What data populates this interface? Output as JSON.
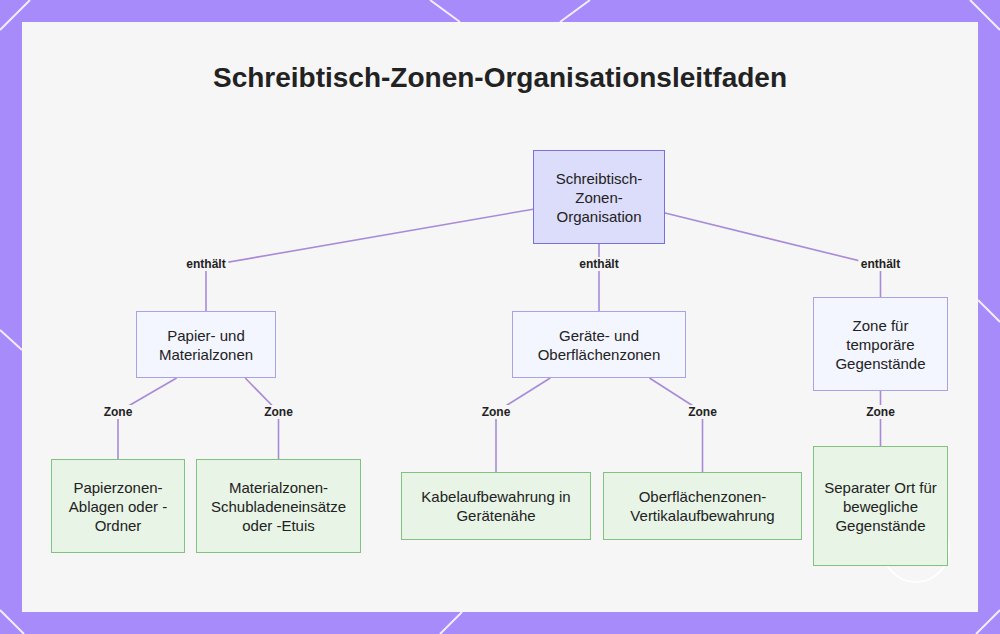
{
  "diagram": {
    "title": "Schreibtisch-Zonen-Organisationsleitfaden",
    "nodes": [
      {
        "text": [
          "Schreibtisch- Zonen- Organisation"
        ]
      },
      {
        "text": [
          "Papier- und Materialzonen"
        ]
      },
      {
        "text": [
          "Geräte- und Oberflächenzonen"
        ]
      },
      {
        "text": [
          "Zone für temporäre Gegenstände"
        ]
      },
      {
        "text": [
          "Papierzonen- Ablagen oder -Ordner"
        ]
      },
      {
        "text": [
          "Materialzonen- Schubladeneinsätze oder -Etuis"
        ]
      },
      {
        "text": [
          "Kabelaufbewahrung in Gerätenähe"
        ]
      },
      {
        "text": [
          "Oberflächenzonen- Vertikalaufbewahrung"
        ]
      },
      {
        "text": [
          "Separater Ort für bewegliche Gegenstände"
        ]
      }
    ],
    "edges": [
      {
        "from": 0,
        "to": 1,
        "arrow": "none",
        "label": "enthält"
      },
      {
        "from": 0,
        "to": 2,
        "arrow": "none",
        "label": "enthält"
      },
      {
        "from": 0,
        "to": 3,
        "arrow": "none",
        "label": "enthält"
      },
      {
        "from": 1,
        "to": 4,
        "arrow": "none",
        "label": "Zone"
      },
      {
        "from": 1,
        "to": 5,
        "arrow": "none",
        "label": "Zone"
      },
      {
        "from": 2,
        "to": 6,
        "arrow": "none",
        "label": "Zone"
      },
      {
        "from": 2,
        "to": 7,
        "arrow": "none",
        "label": "Zone"
      },
      {
        "from": 3,
        "to": 8,
        "arrow": "none",
        "label": "Zone"
      }
    ]
  }
}
